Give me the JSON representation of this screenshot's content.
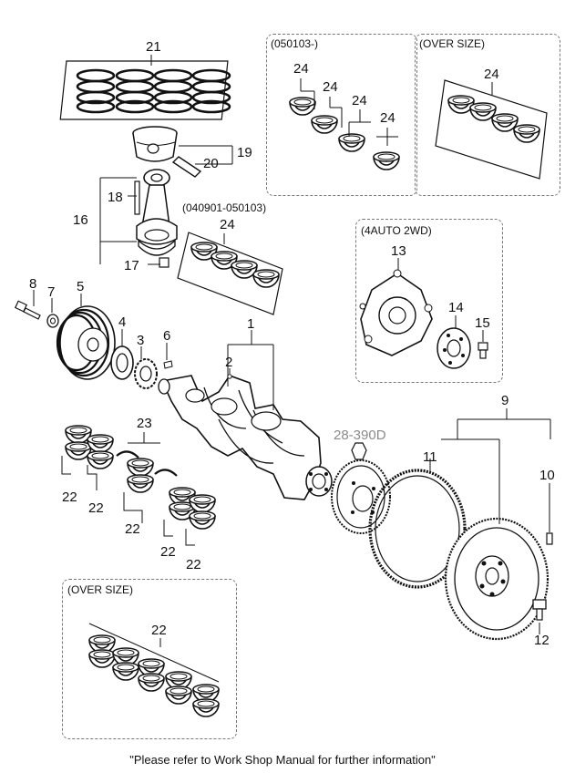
{
  "callouts": {
    "c1": "1",
    "c2": "2",
    "c3": "3",
    "c4": "4",
    "c5": "5",
    "c6": "6",
    "c7": "7",
    "c8": "8",
    "c9": "9",
    "c10": "10",
    "c11": "11",
    "c12": "12",
    "c13": "13",
    "c14": "14",
    "c15": "15",
    "c16": "16",
    "c17": "17",
    "c18": "18",
    "c19": "19",
    "c20": "20",
    "c21": "21",
    "c22": "22",
    "c23": "23",
    "c24": "24"
  },
  "ref_label": "28-390D",
  "boxes": {
    "date_new": "(050103-)",
    "oversize_top": "(OVER SIZE)",
    "date_old": "(040901-050103)",
    "auto_2wd": "(4AUTO 2WD)",
    "oversize_bottom": "(OVER SIZE)"
  },
  "footer": "\"Please refer to Work Shop Manual for further information\""
}
